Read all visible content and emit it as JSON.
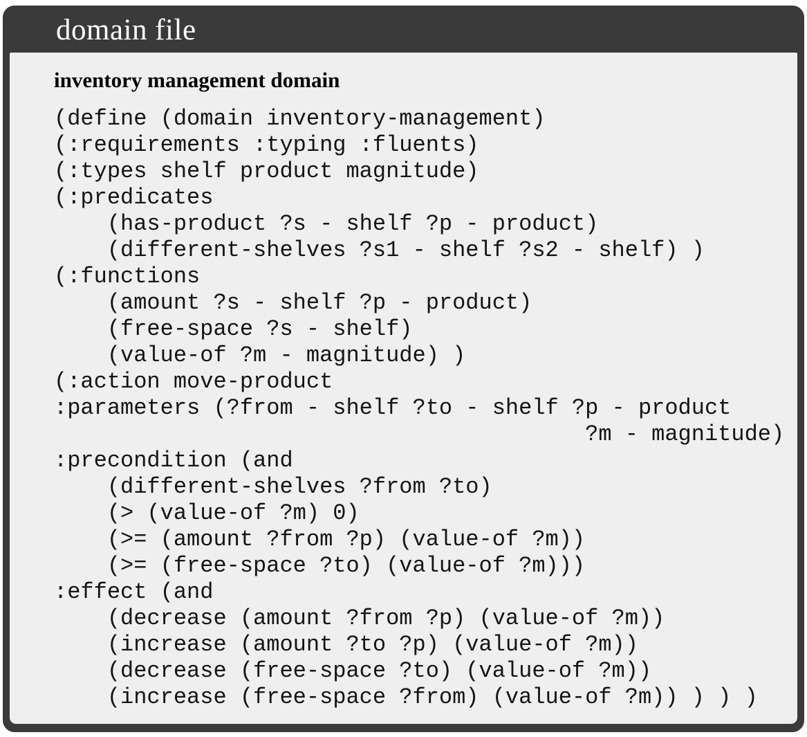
{
  "header": {
    "title": "domain file"
  },
  "body": {
    "subtitle": "inventory management domain",
    "code_lines": [
      "(define (domain inventory-management)",
      "(:requirements :typing :fluents)",
      "(:types shelf product magnitude)",
      "(:predicates",
      "    (has-product ?s - shelf ?p - product)",
      "    (different-shelves ?s1 - shelf ?s2 - shelf) )",
      "(:functions",
      "    (amount ?s - shelf ?p - product)",
      "    (free-space ?s - shelf)",
      "    (value-of ?m - magnitude) )",
      "(:action move-product",
      ":parameters (?from - shelf ?to - shelf ?p - product",
      "                                        ?m - magnitude)",
      ":precondition (and",
      "    (different-shelves ?from ?to)",
      "    (> (value-of ?m) 0)",
      "    (>= (amount ?from ?p) (value-of ?m))",
      "    (>= (free-space ?to) (value-of ?m)))",
      ":effect (and",
      "    (decrease (amount ?from ?p) (value-of ?m))",
      "    (increase (amount ?to ?p) (value-of ?m))",
      "    (decrease (free-space ?to) (value-of ?m))",
      "    (increase (free-space ?from) (value-of ?m)) ) ) )"
    ]
  },
  "colors": {
    "frame": "#3a3a3a",
    "body_background": "#efefef",
    "header_text": "#ffffff",
    "code_text": "#141414"
  }
}
